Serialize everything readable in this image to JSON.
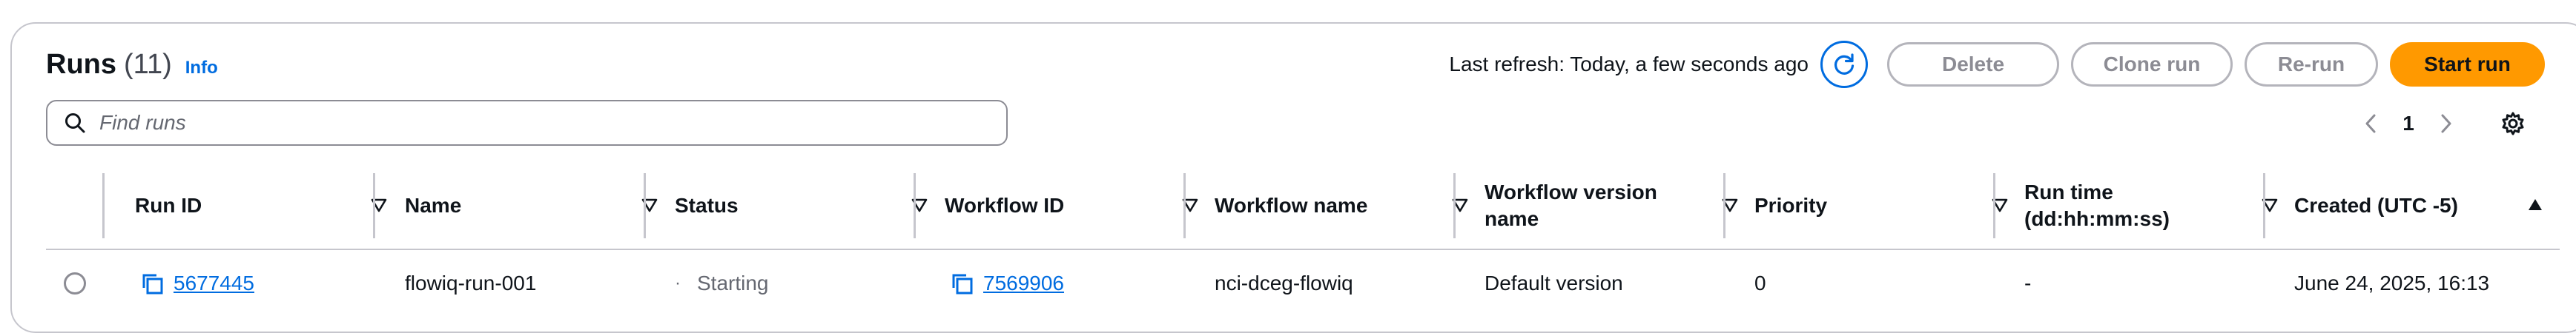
{
  "header": {
    "title": "Runs",
    "count": "(11)",
    "info_label": "Info",
    "refresh_text": "Last refresh: Today, a few seconds ago",
    "buttons": {
      "delete": "Delete",
      "clone": "Clone run",
      "rerun": "Re-run",
      "start": "Start run"
    }
  },
  "search": {
    "placeholder": "Find runs",
    "value": ""
  },
  "pagination": {
    "current_page": "1"
  },
  "table": {
    "columns": [
      "Run ID",
      "Name",
      "Status",
      "Workflow ID",
      "Workflow name",
      "Workflow version name",
      "Priority",
      "Run time (dd:hh:mm:ss)",
      "Created (UTC -5)"
    ],
    "rows": [
      {
        "run_id": "5677445",
        "name": "flowiq-run-001",
        "status": "Starting",
        "workflow_id": "7569906",
        "workflow_name": "nci-dceg-flowiq",
        "workflow_version": "Default version",
        "priority": "0",
        "run_time": "-",
        "created": "June 24, 2025, 16:13"
      }
    ]
  },
  "colors": {
    "accent": "#006ce0",
    "primary_button": "#ff9900",
    "border": "#c6c6cd"
  },
  "icons": [
    "refresh-icon",
    "search-icon",
    "chevron-left-icon",
    "chevron-right-icon",
    "settings-icon",
    "sort-icon",
    "copy-icon"
  ]
}
